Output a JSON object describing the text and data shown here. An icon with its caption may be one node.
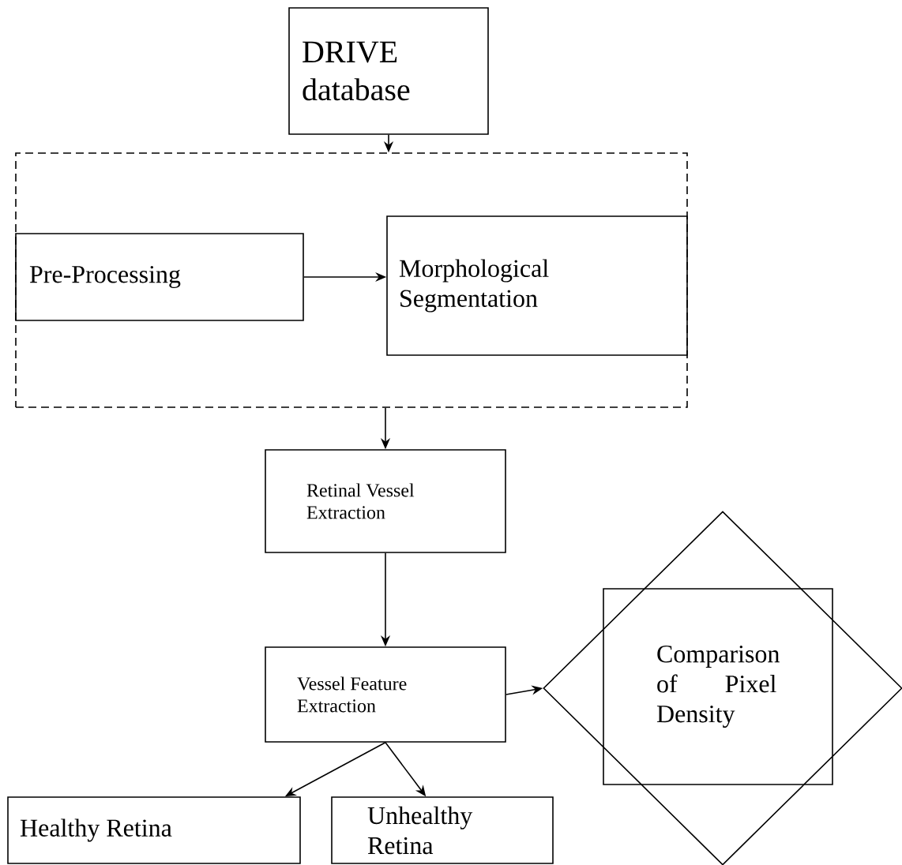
{
  "diagram": {
    "nodes": [
      {
        "text": [
          "DRIVE database"
        ]
      },
      {
        "text": [],
        "shape": "box"
      },
      {
        "text": [
          "Pre-Processing"
        ],
        "in": 1
      },
      {
        "text": [
          "Morphological Segmentation"
        ],
        "in": 1
      },
      {
        "text": [
          "Retinal Vessel Extraction"
        ]
      },
      {
        "text": [
          "Vessel Feature Extraction"
        ]
      },
      {
        "text": [],
        "shape": "diamond"
      },
      {
        "text": [
          "Comparison of Pixel Density"
        ],
        "in": 6
      },
      {
        "text": [
          "Healthy Retina"
        ]
      },
      {
        "text": [
          "Unhealthy Retina"
        ]
      }
    ],
    "edges": [
      {
        "from": 0,
        "to": 1,
        "arrow": "to"
      },
      {
        "from": 2,
        "to": 3,
        "arrow": "to"
      },
      {
        "from": 1,
        "to": 4,
        "arrow": "to"
      },
      {
        "from": 4,
        "to": 5,
        "arrow": "to"
      },
      {
        "from": 5,
        "to": 6,
        "arrow": "to"
      },
      {
        "from": 5,
        "to": 8,
        "arrow": "to"
      },
      {
        "from": 5,
        "to": 9,
        "arrow": "to"
      }
    ]
  }
}
